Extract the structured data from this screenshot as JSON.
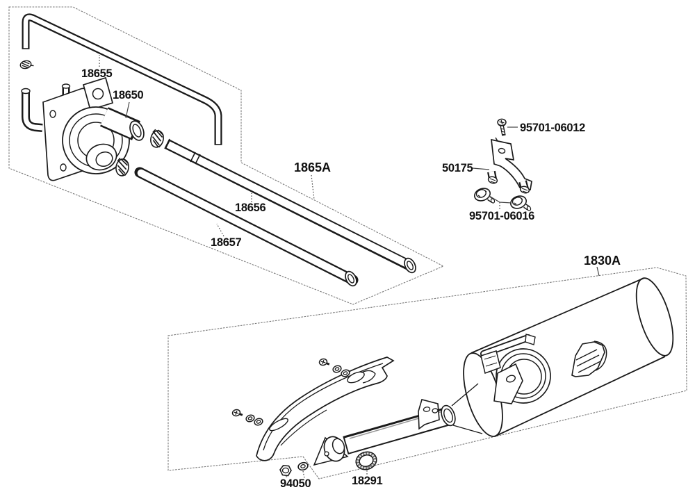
{
  "diagram": {
    "type": "exploded-parts-diagram",
    "background_color": "#ffffff",
    "line_color": "#1a1a1a",
    "panel_line_color": "#7a7a7a",
    "labels": {
      "hose": "18655",
      "valve": "18650",
      "pipe_assembly": "1865A",
      "pipe_upper": "18656",
      "pipe_lower": "18657",
      "screw_top": "95701-06012",
      "bracket": "50175",
      "bolts": "95701-06016",
      "muffler_assembly": "1830A",
      "nut": "94050",
      "gasket": "18291"
    }
  }
}
